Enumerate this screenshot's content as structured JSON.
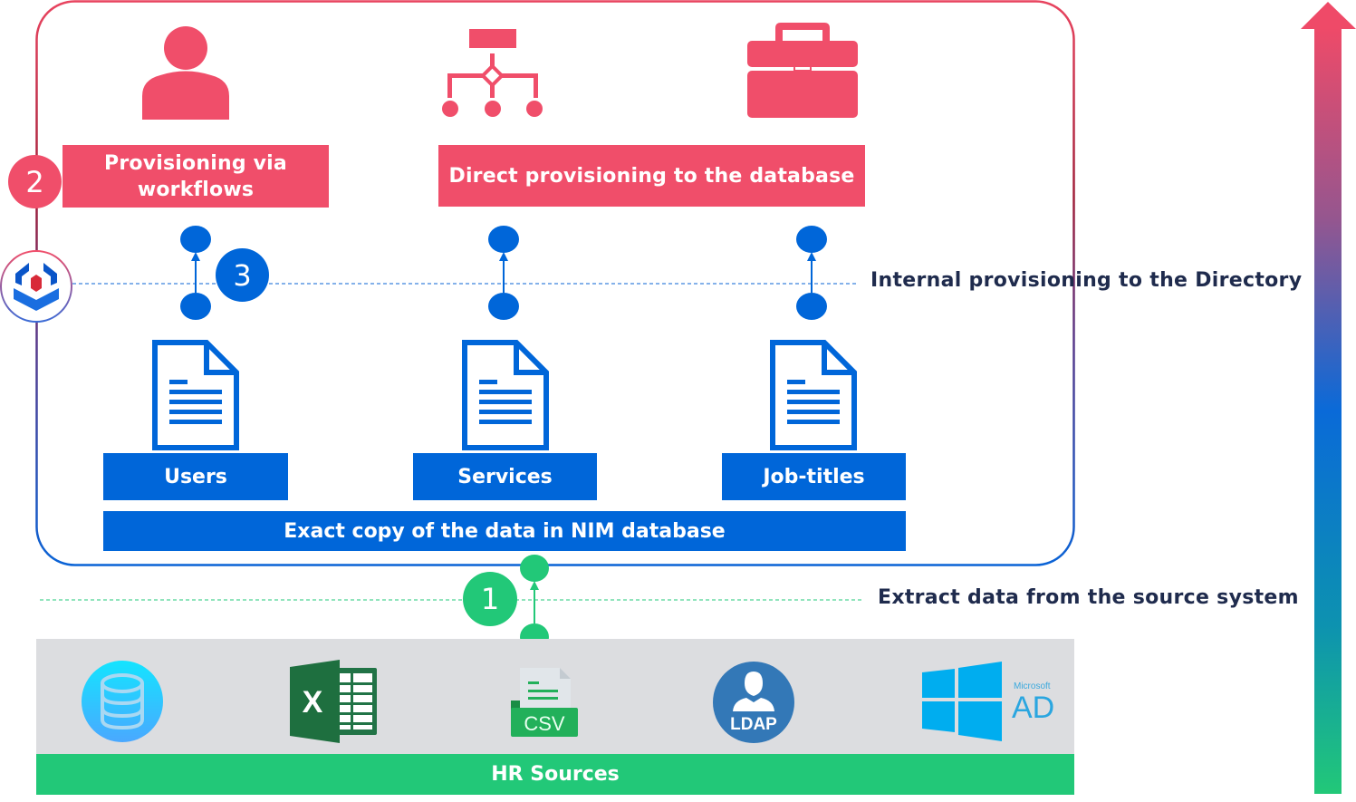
{
  "diagram": {
    "top_row": {
      "icons": [
        "user-icon",
        "workflow-hierarchy-icon",
        "briefcase-icon"
      ],
      "workflows_label": "Provisioning via workflows",
      "workflows_label_line1": "Provisioning via",
      "workflows_label_line2": "workflows",
      "direct_label": "Direct provisioning to the database"
    },
    "steps": {
      "step1": "1",
      "step2": "2",
      "step3": "3"
    },
    "side_labels": {
      "internal": "Internal provisioning to the Directory",
      "extract": "Extract data from the source system"
    },
    "data_objects": [
      {
        "label": "Users",
        "icon": "document-icon"
      },
      {
        "label": "Services",
        "icon": "document-icon"
      },
      {
        "label": "Job-titles",
        "icon": "document-icon"
      }
    ],
    "nim_bar": "Exact copy of the data in NIM database",
    "hr_sources": {
      "title": "HR Sources",
      "items": [
        {
          "name": "database",
          "icon": "database-icon"
        },
        {
          "name": "excel",
          "icon": "excel-icon",
          "glyph": "X"
        },
        {
          "name": "csv",
          "icon": "csv-file-icon",
          "label": "CSV"
        },
        {
          "name": "ldap",
          "icon": "ldap-icon",
          "label": "LDAP"
        },
        {
          "name": "microsoft-ad",
          "icon": "windows-icon",
          "brand": "Microsoft",
          "label": "AD"
        }
      ]
    },
    "colors": {
      "pink": "#f04e6a",
      "blue": "#0066d9",
      "green": "#22c878",
      "navy_text": "#1f2b4d",
      "gray_band": "#dcdde0"
    }
  }
}
